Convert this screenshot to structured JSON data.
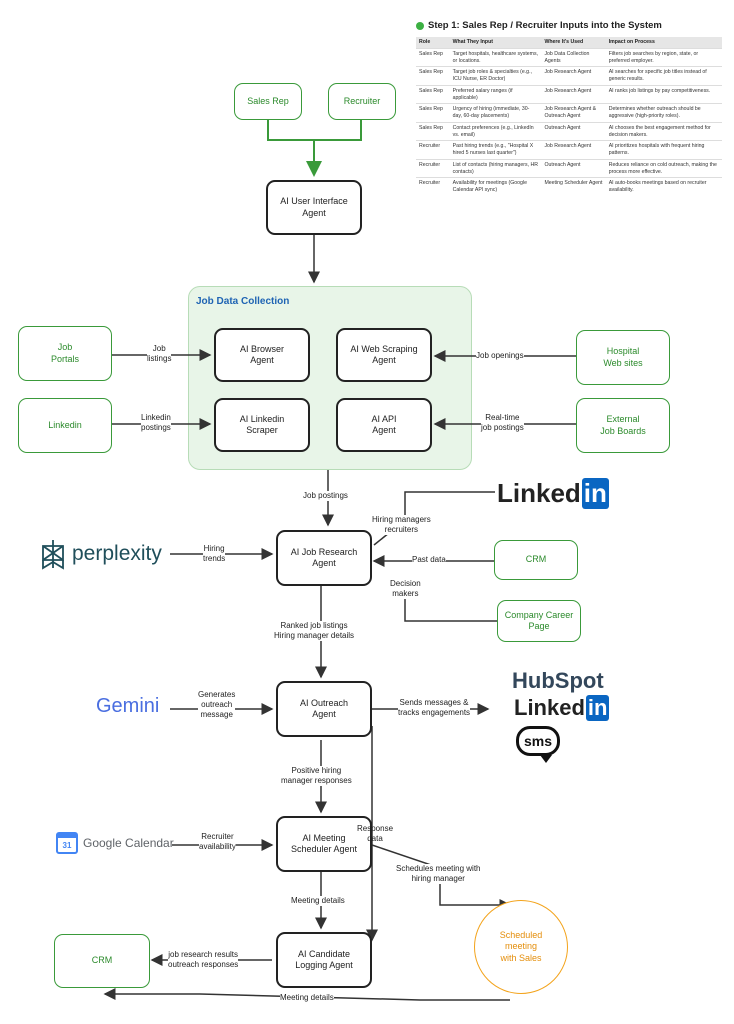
{
  "title": "Step 1: Sales Rep / Recruiter Inputs into the System",
  "table": {
    "headers": [
      "Role",
      "What They Input",
      "Where It's Used",
      "Impact on Process"
    ],
    "rows": [
      [
        "Sales Rep",
        "Target hospitals, healthcare systems, or locations.",
        "Job Data Collection Agents",
        "Filters job searches by region, state, or preferred employer."
      ],
      [
        "Sales Rep",
        "Target job roles & specialties (e.g., ICU Nurse, ER Doctor)",
        "Job Research Agent",
        "AI searches for specific job titles instead of generic results."
      ],
      [
        "Sales Rep",
        "Preferred salary ranges (if applicable)",
        "Job Research Agent",
        "AI ranks job listings by pay competitiveness."
      ],
      [
        "Sales Rep",
        "Urgency of hiring (immediate, 30-day, 60-day placements)",
        "Job Research Agent & Outreach Agent",
        "Determines whether outreach should be aggressive (high-priority roles)."
      ],
      [
        "Sales Rep",
        "Contact preferences (e.g., LinkedIn vs. email)",
        "Outreach Agent",
        "AI chooses the best engagement method for decision makers."
      ],
      [
        "Recruiter",
        "Past hiring trends (e.g., \"Hospital X hired 5 nurses last quarter\")",
        "Job Research Agent",
        "AI prioritizes hospitals with frequent hiring patterns."
      ],
      [
        "Recruiter",
        "List of contacts (hiring managers, HR contacts)",
        "Outreach Agent",
        "Reduces reliance on cold outreach, making the process more effective."
      ],
      [
        "Recruiter",
        "Availability for meetings (Google Calendar API sync)",
        "Meeting Scheduler Agent",
        "AI auto-books meetings based on recruiter availability."
      ]
    ]
  },
  "nodes": {
    "sales_rep": "Sales Rep",
    "recruiter": "Recruiter",
    "ui_agent": "AI User Interface\nAgent",
    "job_portals": "Job\nPortals",
    "linkedin_src": "Linkedin",
    "browser_agent": "AI Browser\nAgent",
    "linkedin_scraper": "AI Linkedin\nScraper",
    "web_scraping": "AI Web Scraping\nAgent",
    "api_agent": "AI API\nAgent",
    "hospital_sites": "Hospital\nWeb sites",
    "external_boards": "External\nJob Boards",
    "research_agent": "AI Job Research\nAgent",
    "crm_top": "CRM",
    "career_page": "Company Career\nPage",
    "outreach_agent": "AI Outreach\nAgent",
    "scheduler_agent": "AI Meeting\nScheduler Agent",
    "logging_agent": "AI Candidate\nLogging Agent",
    "crm_bottom": "CRM",
    "scheduled": "Scheduled\nmeeting\nwith Sales"
  },
  "group_title": "Job Data Collection",
  "labels": {
    "job_listings": "Job\nlistings",
    "linkedin_postings": "Linkedin\npostings",
    "job_openings": "Job openings",
    "realtime": "Real-time\njob postings",
    "job_postings": "Job postings",
    "hiring_trends": "Hiring\ntrends",
    "hiring_managers": "Hiring managers\nrecruiters",
    "past_data": "Past data",
    "decision_makers": "Decision\nmakers",
    "ranked": "Ranked job listings\nHiring manager details",
    "generates": "Generates\noutreach\nmessage",
    "sends": "Sends messages &\ntracks engagements",
    "positive": "Positive hiring\nmanager responses",
    "recruiter_avail": "Recruiter\navailability",
    "response_data": "Response\ndata",
    "schedules": "Schedules meeting with\nhiring manager",
    "meeting_details_1": "Meeting details",
    "job_research_results": "job research results\noutreach responses",
    "meeting_details_2": "Meeting details"
  },
  "logos": {
    "perplexity": "perplexity",
    "gemini": "Gemini",
    "google_calendar": "Google Calendar",
    "google_calendar_day": "31",
    "hubspot": "HubSpot",
    "linkedin_word": "Linked",
    "linkedin_in": "in",
    "sms": "sms"
  },
  "colors": {
    "green_border": "#3a9a3a",
    "green_text": "#2b8a2b",
    "group_fill": "#e8f5e8",
    "group_title": "#1e63b3",
    "orange": "#f3a31b",
    "linkedin_blue": "#0a66c2",
    "hubspot_orange": "#ff7a59",
    "hubspot_dark": "#33475b"
  }
}
